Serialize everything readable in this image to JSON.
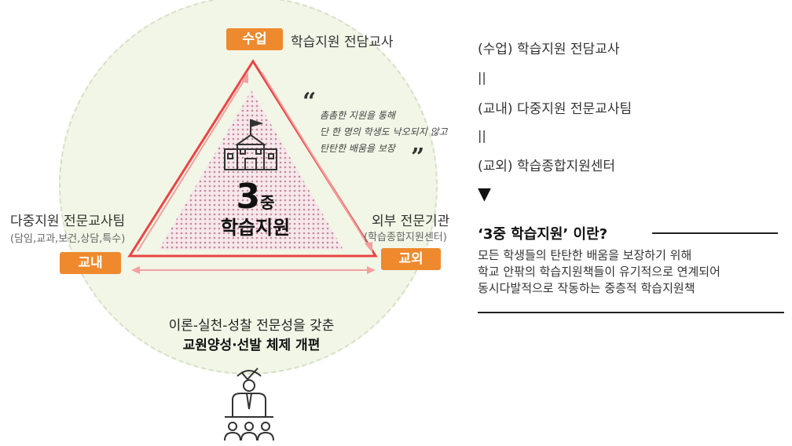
{
  "diagram": {
    "top_tag": "수업",
    "top_label": "학습지원 전담교사",
    "left_tag": "교내",
    "left_label": "다중지원 전문교사팀",
    "left_sub": "(담임,교과,보건,상담,특수)",
    "right_tag": "교외",
    "right_label": "외부 전문기관",
    "right_sub": "(학습종합지원센터)",
    "center_number": "3",
    "center_suffix": "중",
    "center_title": "학습지원",
    "quote_lines": [
      "촘촘한 지원을 통해",
      "단 한 명의 학생도 낙오되지 않고",
      "탄탄한 배움을 보장"
    ],
    "quote_open": "“",
    "quote_close": "”",
    "bottom_line1": "이론-실천-성찰 전문성을 갖춘",
    "bottom_line2": "교원양성·선발 체제 개편",
    "colors": {
      "accent": "#ee8a2d",
      "triangle_stroke": "#e94545",
      "pattern": "#c98a9a",
      "circle": "#f1f6e6"
    },
    "icons": [
      "school-building-icon",
      "teacher-checkmark-icon",
      "students-group-icon"
    ]
  },
  "right_panel": {
    "line1": "(수업) 학습지원 전담교사",
    "eq1": "||",
    "line2": "(교내) 다중지원 전문교사팀",
    "eq2": "||",
    "line3": "(교외) 학습종합지원센터",
    "arrow": "▼",
    "heading": "‘3중 학습지원’ 이란?",
    "desc_lines": [
      "모든 학생들의 탄탄한 배움을 보장하기 위해",
      "학교 안팎의 학습지원책들이 유기적으로 연계되어",
      "동시다발적으로 작동하는 중층적 학습지원책"
    ]
  }
}
